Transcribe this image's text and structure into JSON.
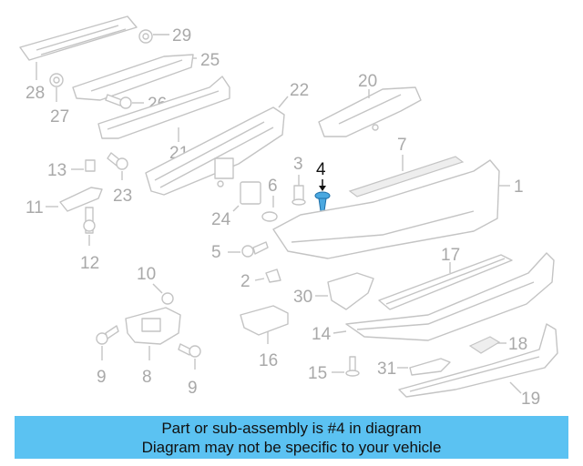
{
  "diagram": {
    "highlighted_part": "4",
    "highlight_color": "#4aa8e0",
    "callouts": {
      "c1": "1",
      "c2": "2",
      "c3": "3",
      "c4": "4",
      "c5": "5",
      "c6": "6",
      "c7": "7",
      "c8": "8",
      "c9a": "9",
      "c9b": "9",
      "c10": "10",
      "c11": "11",
      "c12": "12",
      "c13": "13",
      "c14": "14",
      "c15": "15",
      "c16": "16",
      "c17": "17",
      "c18": "18",
      "c19": "19",
      "c20": "20",
      "c21": "21",
      "c22": "22",
      "c23": "23",
      "c24": "24",
      "c25": "25",
      "c26": "26",
      "c27": "27",
      "c28": "28",
      "c29": "29",
      "c30": "30",
      "c31": "31"
    }
  },
  "banner": {
    "line1": "Part or sub-assembly is #4 in diagram",
    "line2": "Diagram may not be specific to your vehicle",
    "background": "#5bc2f2"
  }
}
